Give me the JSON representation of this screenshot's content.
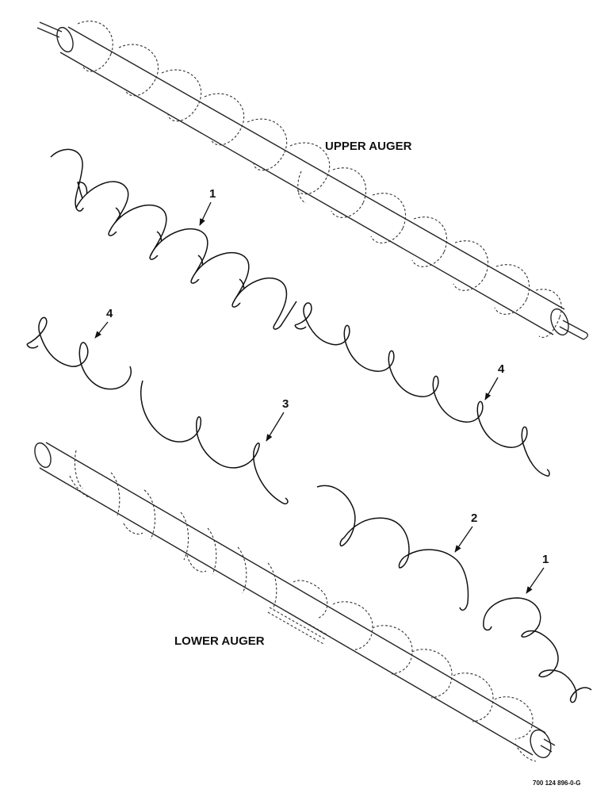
{
  "labels": {
    "upper_auger": "UPPER AUGER",
    "lower_auger": "LOWER AUGER",
    "drawing_number": "700 124 896-0-G"
  },
  "callouts": [
    {
      "id": "callout-1-upper",
      "text": "1"
    },
    {
      "id": "callout-4-left",
      "text": "4"
    },
    {
      "id": "callout-4-right",
      "text": "4"
    },
    {
      "id": "callout-3",
      "text": "3"
    },
    {
      "id": "callout-2",
      "text": "2"
    },
    {
      "id": "callout-1-lower",
      "text": "1"
    }
  ]
}
